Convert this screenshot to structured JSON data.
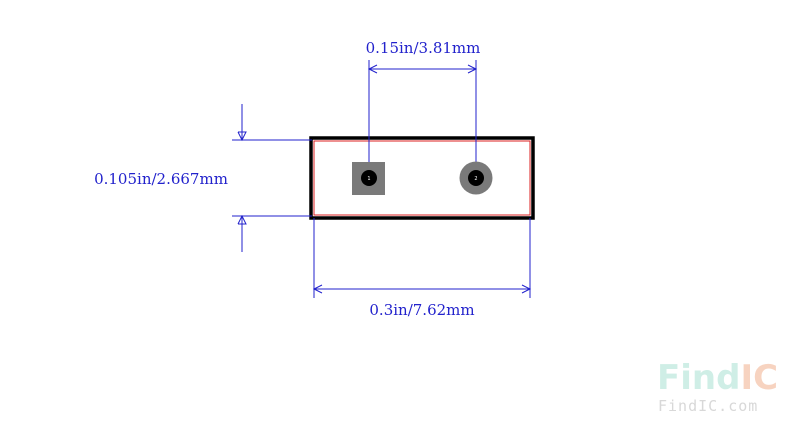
{
  "dimensions": {
    "pin_pitch": "0.15in/3.81mm",
    "body_height": "0.105in/2.667mm",
    "body_width": "0.3in/7.62mm"
  },
  "pins": [
    {
      "label": "1",
      "shape": "square"
    },
    {
      "label": "2",
      "shape": "round"
    }
  ],
  "watermark": {
    "logo_find": "Find",
    "logo_ic": "IC",
    "url": "FindIC.com"
  },
  "colors": {
    "dimension": "#2222cc",
    "body_outline": "#000000",
    "courtyard": "#dd2222",
    "pad": "#7a7a7a",
    "logo_find": "#cfeee6",
    "logo_ic": "#f7d3c0",
    "url": "#d8d8d8"
  }
}
